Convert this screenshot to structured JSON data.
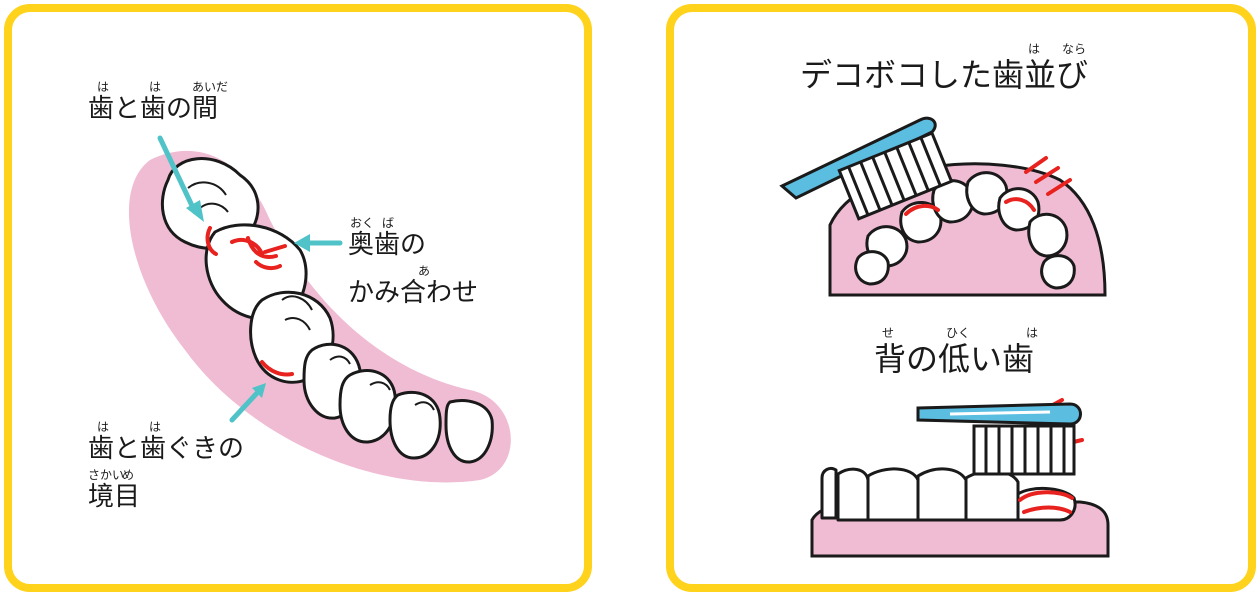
{
  "left_panel": {
    "label_gap": {
      "ruby": [
        "は",
        "は",
        "あいだ"
      ],
      "text": "歯と歯の間"
    },
    "label_molar": {
      "ruby": [
        "おく",
        "ば"
      ],
      "line1": "奥歯の",
      "ruby2": "あ",
      "line2": "かみ合わせ"
    },
    "label_gumline": {
      "ruby": [
        "は",
        "は"
      ],
      "line1": "歯と歯ぐきの",
      "ruby2": [
        "さかい",
        "め"
      ],
      "line2": "境目"
    }
  },
  "right_panel": {
    "label_crooked": {
      "ruby": [
        "は",
        "なら"
      ],
      "text": "デコボコした歯並び"
    },
    "label_short": {
      "ruby": [
        "せ",
        "ひく",
        "は"
      ],
      "text": "背の低い歯"
    }
  },
  "colors": {
    "frame": "#ffd21c",
    "gum": "#f0bcd3",
    "tooth": "#ffffff",
    "outline": "#1a1a1a",
    "highlight": "#e8231f",
    "arrow": "#4fc3c7",
    "brush_handle": "#5bbde0"
  }
}
